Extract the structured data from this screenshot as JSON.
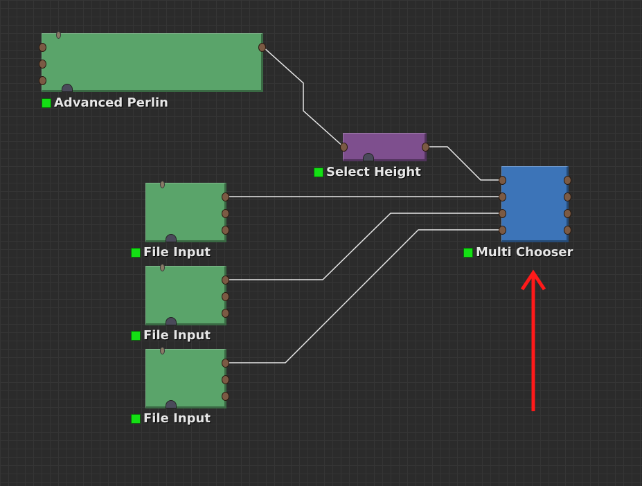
{
  "nodes": {
    "advanced_perlin": {
      "title": "Advanced Perlin",
      "status_color": "#14e014"
    },
    "select_height": {
      "title": "Select Height",
      "status_color": "#14e014"
    },
    "multi_chooser": {
      "title": "Multi Chooser",
      "status_color": "#14e014"
    },
    "file_input_1": {
      "title": "File Input",
      "status_color": "#14e014"
    },
    "file_input_2": {
      "title": "File Input",
      "status_color": "#14e014"
    },
    "file_input_3": {
      "title": "File Input",
      "status_color": "#14e014"
    }
  },
  "colors": {
    "background": "#2b2b2b",
    "node_green": "#5aa46a",
    "node_purple": "#7e4f8e",
    "node_blue": "#3c74b8",
    "connection": "#e8e8e8",
    "annotation_arrow": "#ff1a1a"
  }
}
